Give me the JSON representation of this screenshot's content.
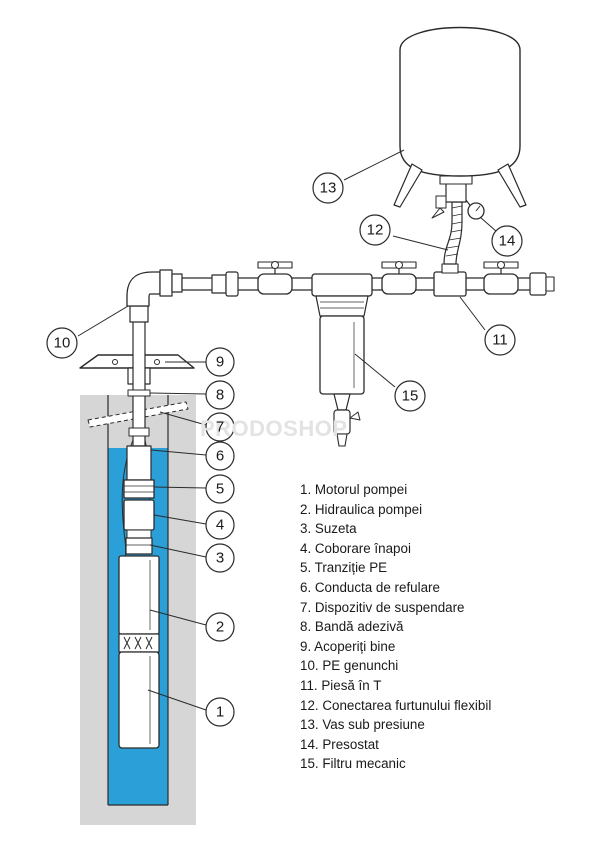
{
  "watermark": "PRODOSHOP",
  "colors": {
    "water": "#2a9fd8",
    "ground": "#d6d6d6",
    "outline": "#2b2b2b",
    "fill": "#ffffff"
  },
  "callouts": [
    {
      "id": "1",
      "label": "1"
    },
    {
      "id": "2",
      "label": "2"
    },
    {
      "id": "3",
      "label": "3"
    },
    {
      "id": "4",
      "label": "4"
    },
    {
      "id": "5",
      "label": "5"
    },
    {
      "id": "6",
      "label": "6"
    },
    {
      "id": "7",
      "label": "7"
    },
    {
      "id": "8",
      "label": "8"
    },
    {
      "id": "9",
      "label": "9"
    },
    {
      "id": "10",
      "label": "10"
    },
    {
      "id": "11",
      "label": "11"
    },
    {
      "id": "12",
      "label": "12"
    },
    {
      "id": "13",
      "label": "13"
    },
    {
      "id": "14",
      "label": "14"
    },
    {
      "id": "15",
      "label": "15"
    }
  ],
  "legend": [
    "1. Motorul pompei",
    "2. Hidraulica pompei",
    "3. Suzeta",
    "4. Coborare înapoi",
    "5. Tranziție PE",
    "6. Conducta de refulare",
    "7. Dispozitiv de suspendare",
    "8. Bandă adezivă",
    "9. Acoperiți bine",
    "10. PE genunchi",
    "11. Piesă în T",
    "12. Conectarea furtunului flexibil",
    "13. Vas sub presiune",
    "14. Presostat",
    "15. Filtru mecanic"
  ]
}
